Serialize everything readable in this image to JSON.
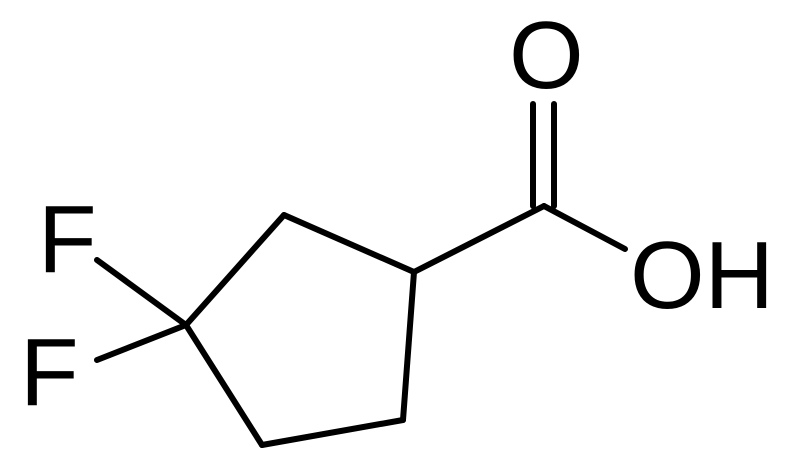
{
  "structure": {
    "atoms": {
      "oxygen_double": "O",
      "hydroxyl": "OH",
      "fluorine_upper": "F",
      "fluorine_lower": "F"
    }
  },
  "colors": {
    "background": "#ffffff",
    "ink": "#000000"
  }
}
